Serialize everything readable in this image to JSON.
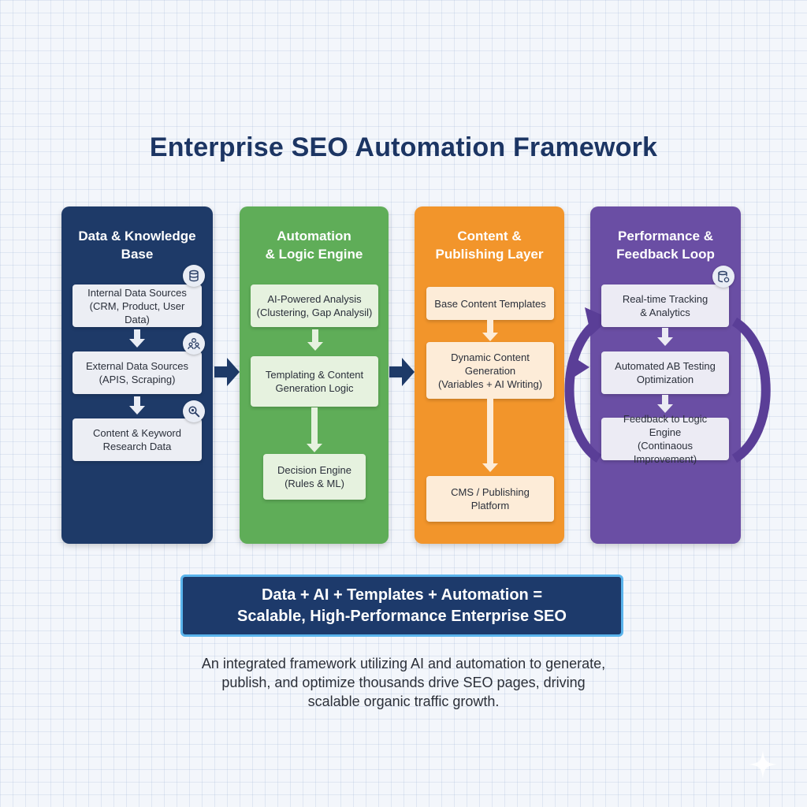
{
  "title": "Enterprise SEO Automation Framework",
  "colors": {
    "navy": "#1e3a68",
    "green": "#5fad58",
    "orange": "#f2952b",
    "purple": "#6a4ea4",
    "formula_border": "#5ab4ec",
    "title": "#1c3563"
  },
  "columns": [
    {
      "heading": [
        "Data & Knowledge",
        "Base"
      ],
      "items": [
        {
          "lines": [
            "Internal Data Sources",
            "(CRM, Product, User Data)"
          ],
          "icon": "database-icon"
        },
        {
          "lines": [
            "External Data Sources",
            "(APIS, Scraping)"
          ],
          "icon": "people-icon"
        },
        {
          "lines": [
            "Content & Keyword",
            "Research Data"
          ],
          "icon": "magnifier-icon"
        }
      ]
    },
    {
      "heading": [
        "Automation",
        "& Logic Engine"
      ],
      "items": [
        {
          "lines": [
            "AI-Powered Analysis",
            "(Clustering, Gap Analysil)"
          ]
        },
        {
          "lines": [
            "Templating & Content",
            "Generation Logic"
          ]
        },
        {
          "lines": [
            "Decision Engine",
            "(Rules & ML)"
          ]
        }
      ]
    },
    {
      "heading": [
        "Content &",
        "Publishing Layer"
      ],
      "items": [
        {
          "lines": [
            "Base Content Templates"
          ]
        },
        {
          "lines": [
            "Dynamic Content",
            "Generation",
            "(Variables + AI Writing)"
          ]
        },
        {
          "lines": [
            "CMS / Publishing",
            "Platform"
          ]
        }
      ]
    },
    {
      "heading": [
        "Performance &",
        "Feedback Loop"
      ],
      "items": [
        {
          "lines": [
            "Real-time Tracking",
            "& Analytics"
          ],
          "icon": "database-icon"
        },
        {
          "lines": [
            "Automated AB Testing",
            "Optimization"
          ]
        },
        {
          "lines": [
            "Feedback to Logic Engine",
            "(Continaous Improvement)"
          ]
        }
      ]
    }
  ],
  "formula": [
    "Data + AI + Templates + Automation =",
    "Scalable, High-Performance Enterprise SEO"
  ],
  "description": [
    "An integrated framework utilizing AI and automation to generate,",
    "publish, and optimize thousands drive SEO pages, driving",
    "scalable organic traffic growth."
  ]
}
